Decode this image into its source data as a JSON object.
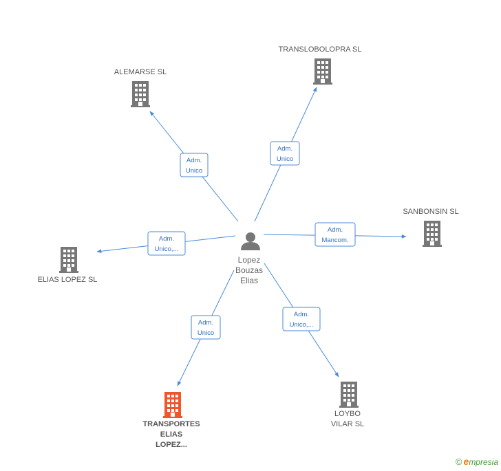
{
  "center": {
    "lines": [
      "Lopez",
      "Bouzas",
      "Elias"
    ]
  },
  "companies": [
    {
      "id": "alemarse",
      "lines": [
        "ALEMARSE SL"
      ],
      "highlight": false
    },
    {
      "id": "translobolopra",
      "lines": [
        "TRANSLOBOLOPRA SL"
      ],
      "highlight": false
    },
    {
      "id": "sanbonsin",
      "lines": [
        "SANBONSIN SL"
      ],
      "highlight": false
    },
    {
      "id": "elias-lopez",
      "lines": [
        "ELIAS LOPEZ  SL"
      ],
      "highlight": false
    },
    {
      "id": "transportes",
      "lines": [
        "TRANSPORTES",
        "ELIAS",
        "LOPEZ..."
      ],
      "highlight": true
    },
    {
      "id": "loybo",
      "lines": [
        "LOYBO",
        "VILAR  SL"
      ],
      "highlight": false
    }
  ],
  "edges": [
    {
      "to": "alemarse",
      "role": [
        "Adm.",
        "Unico"
      ]
    },
    {
      "to": "translobolopra",
      "role": [
        "Adm.",
        "Unico"
      ]
    },
    {
      "to": "sanbonsin",
      "role": [
        "Adm.",
        "Mancom."
      ]
    },
    {
      "to": "elias-lopez",
      "role": [
        "Adm.",
        "Unico,..."
      ]
    },
    {
      "to": "transportes",
      "role": [
        "Adm.",
        "Unico"
      ]
    },
    {
      "to": "loybo",
      "role": [
        "Adm.",
        "Unico,..."
      ]
    }
  ],
  "colors": {
    "edge": "#4a8ad8",
    "building": "#777777",
    "building_highlight": "#f0552b",
    "person": "#777777"
  },
  "footer": {
    "copyright": "©",
    "brand_initial": "e",
    "brand_rest": "mpresia"
  }
}
